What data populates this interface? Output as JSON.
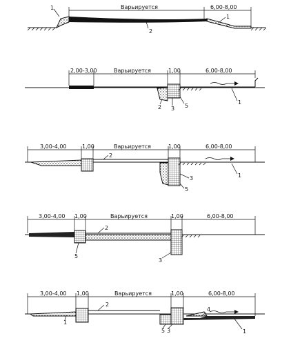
{
  "panels": [
    {
      "dims": [
        "Варьируется",
        "6,00-8,00"
      ],
      "markers": [
        "1",
        "2",
        "1"
      ]
    },
    {
      "dims": [
        "2,00-3,00",
        "Варьируется",
        "1,00",
        "6,00-8,00"
      ],
      "markers": [
        "2",
        "3",
        "5",
        "1"
      ]
    },
    {
      "dims": [
        "3,00-4,00",
        "1,00",
        "Варьируется",
        "1,00",
        "6,00-8,00"
      ],
      "markers": [
        "2",
        "3",
        "5",
        "1"
      ]
    },
    {
      "dims": [
        "3,00-4,00",
        "1,00",
        "Варьируется",
        "1,00",
        "6,00-8,00"
      ],
      "markers": [
        "2",
        "5",
        "3"
      ]
    },
    {
      "dims": [
        "3,00-4,00",
        "1,00",
        "Варьируется",
        "1,00",
        "6,00-8,00"
      ],
      "markers": [
        "1",
        "2",
        "4",
        "5",
        "3",
        "1"
      ]
    }
  ]
}
